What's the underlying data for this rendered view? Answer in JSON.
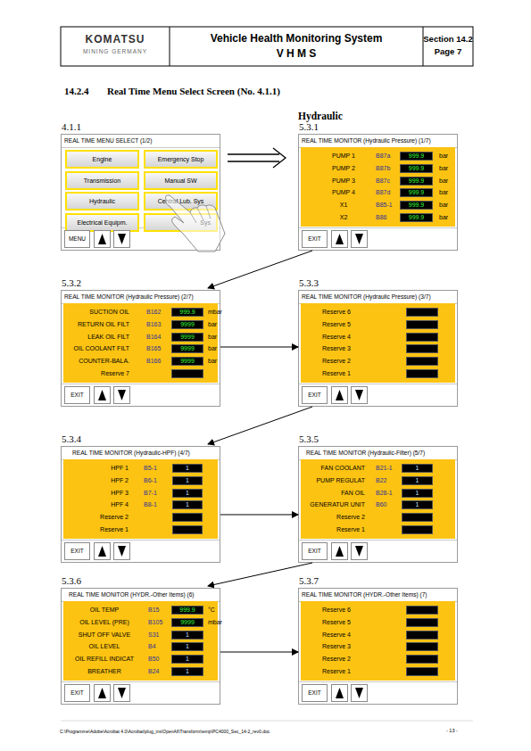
{
  "diagram": {
    "title": "Real Time Menu Select Screen (No. 4.1.1)",
    "nodes": [
      {
        "text": [
          "4.1.1",
          "REAL TIME MENU SELECT (1/2)"
        ]
      },
      {
        "text": [
          "Engine"
        ],
        "in": 0
      },
      {
        "text": [
          "Emergency Stop"
        ],
        "in": 0
      },
      {
        "text": [
          "Transmission"
        ],
        "in": 0
      },
      {
        "text": [
          "Manual SW"
        ],
        "in": 0
      },
      {
        "text": [
          "Hydraulic"
        ],
        "in": 0
      },
      {
        "text": [
          "Central Lub. Sys"
        ],
        "in": 0
      },
      {
        "text": [
          "Electrical Equipm."
        ],
        "in": 0
      },
      {
        "text": [
          "Sys"
        ],
        "in": 0
      },
      {
        "text": [
          "MENU"
        ],
        "in": 0
      },
      {
        "text": [
          "5.3.1",
          "REAL TIME MONITOR (Hydraulic Pressure) (1/7)"
        ]
      },
      {
        "text": [
          "999.9"
        ],
        "in": 10
      },
      {
        "text": [
          "999.9"
        ],
        "in": 10
      },
      {
        "text": [
          "999.9"
        ],
        "in": 10
      },
      {
        "text": [
          "999.9"
        ],
        "in": 10
      },
      {
        "text": [
          "999.9"
        ],
        "in": 10
      },
      {
        "text": [
          "999.9"
        ],
        "in": 10
      },
      {
        "text": [
          "EXIT"
        ],
        "in": 10
      },
      {
        "text": [
          "5.3.2",
          "REAL TIME MONITOR (Hydraulic Pressure) (2/7)"
        ]
      },
      {
        "text": [
          "999.9"
        ],
        "in": 18
      },
      {
        "text": [
          "9999"
        ],
        "in": 18
      },
      {
        "text": [
          "9999"
        ],
        "in": 18
      },
      {
        "text": [
          "9999"
        ],
        "in": 18
      },
      {
        "text": [
          "9999"
        ],
        "in": 18
      },
      {
        "text": [
          "EXIT"
        ],
        "in": 18
      },
      {
        "text": [
          "5.3.3",
          "REAL TIME MONITOR (Hydraulic Pressure) (3/7)"
        ]
      },
      {
        "text": [
          "EXIT"
        ],
        "in": 25
      },
      {
        "text": [
          "5.3.4",
          "REAL TIME MONITOR (Hydraulic-HPF) (4/7)"
        ]
      },
      {
        "text": [
          "1"
        ],
        "in": 27
      },
      {
        "text": [
          "1"
        ],
        "in": 27
      },
      {
        "text": [
          "1"
        ],
        "in": 27
      },
      {
        "text": [
          "1"
        ],
        "in": 27
      },
      {
        "text": [
          "EXIT"
        ],
        "in": 27
      },
      {
        "text": [
          "5.3.5",
          "REAL TIME MONITOR (Hydraulic-Filter) (5/7)"
        ]
      },
      {
        "text": [
          "1"
        ],
        "in": 33
      },
      {
        "text": [
          "1"
        ],
        "in": 33
      },
      {
        "text": [
          "1"
        ],
        "in": 33
      },
      {
        "text": [
          "1"
        ],
        "in": 33
      },
      {
        "text": [
          "EXIT"
        ],
        "in": 33
      },
      {
        "text": [
          "5.3.6",
          "REAL TIME MONITOR (HYDR.-Other Items) (6)"
        ]
      },
      {
        "text": [
          "999.9"
        ],
        "in": 39
      },
      {
        "text": [
          "9999"
        ],
        "in": 39
      },
      {
        "text": [
          "1"
        ],
        "in": 39
      },
      {
        "text": [
          "1"
        ],
        "in": 39
      },
      {
        "text": [
          "1"
        ],
        "in": 39
      },
      {
        "text": [
          "1"
        ],
        "in": 39
      },
      {
        "text": [
          "EXIT"
        ],
        "in": 39
      },
      {
        "text": [
          "5.3.7",
          "REAL TIME MONITOR (HYDR.-Other Items) (7)"
        ]
      },
      {
        "text": [
          "EXIT"
        ],
        "in": 47
      }
    ],
    "edges": [
      {
        "from": 0,
        "to": 10,
        "arrow": "to"
      },
      {
        "from": 10,
        "to": 18,
        "arrow": "to"
      },
      {
        "from": 18,
        "to": 25,
        "arrow": "to"
      },
      {
        "from": 25,
        "to": 27,
        "arrow": "to"
      },
      {
        "from": 27,
        "to": 33,
        "arrow": "to"
      },
      {
        "from": 33,
        "to": 39,
        "arrow": "to"
      },
      {
        "from": 39,
        "to": 47,
        "arrow": "to"
      }
    ],
    "labels": [
      "KOMATSU",
      "MINING GERMANY",
      "Vehicle Health Monitoring System",
      "V H M S",
      "Section 14.2",
      "Page 7",
      "14.2.4",
      "Hydraulic",
      "PUMP 1",
      "B87a",
      "bar",
      "PUMP 2",
      "B87b",
      "bar",
      "PUMP 3",
      "B87c",
      "bar",
      "PUMP 4",
      "B87d",
      "bar",
      "X1",
      "B85-1",
      "bar",
      "X2",
      "B86",
      "bar",
      "SUCTION OIL",
      "B162",
      "mbar",
      "RETURN OIL FILT",
      "B163",
      "bar",
      "LEAK OIL FILT",
      "B164",
      "bar",
      "OIL COOLANT FILT",
      "B165",
      "bar",
      "COUNTER-BALA.",
      "B166",
      "bar",
      "Reserve 7",
      "Reserve 6",
      "Reserve 5",
      "Reserve 4",
      "Reserve 3",
      "Reserve 2",
      "Reserve 1",
      "HPF 1",
      "B5-1",
      "HPF 2",
      "B6-1",
      "HPF 3",
      "B7-1",
      "HPF 4",
      "B8-1",
      "Reserve 2",
      "Reserve 1",
      "FAN COOLANT",
      "B21-1",
      "PUMP REGULAT",
      "B22",
      "FAN OIL",
      "B28-1",
      "GENERATUR UNIT",
      "B60",
      "Reserve 2",
      "Reserve 1",
      "OIL TEMP",
      "B15",
      "°C",
      "OIL LEVEL (PRE)",
      "B105",
      "mbar",
      "SHUT OFF VALVE",
      "S31",
      "OIL LEVEL",
      "B4",
      "OIL REFILL INDICAT",
      "B50",
      "BREATHER",
      "B24",
      "Reserve 6",
      "Reserve 5",
      "Reserve 4",
      "Reserve 3",
      "Reserve 2",
      "Reserve 1",
      "C:\\Programme\\Adobe\\Acrobat 4.0\\Acrobat\\plug_ins\\OpenAll\\Transform\\temp\\PC4000_Sec_14-2_rev0.doc",
      "- 13 -"
    ]
  }
}
